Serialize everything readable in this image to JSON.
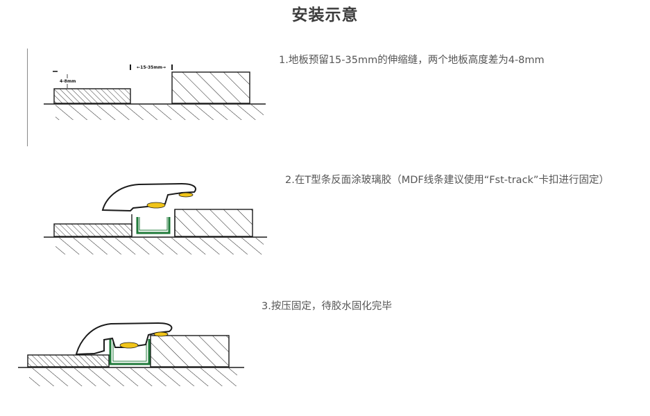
{
  "title": "安装示意",
  "steps": [
    {
      "text": "1.地板预留15-35mm的伸缩缝，两个地板高度差为4-8mm"
    },
    {
      "text": "2.在T型条反面涂玻璃胶（MDF线条建议使用“Fst-track”卡扣进行固定）"
    },
    {
      "text": "3.按压固定，待胶水固化完毕"
    }
  ],
  "diagram1": {
    "gap_label": "←15-35mm→",
    "height_label": "4-8mm"
  },
  "colors": {
    "line": "#1a1a1a",
    "clip_green": "#1f7a3a",
    "glue_yellow": "#f0c419"
  }
}
